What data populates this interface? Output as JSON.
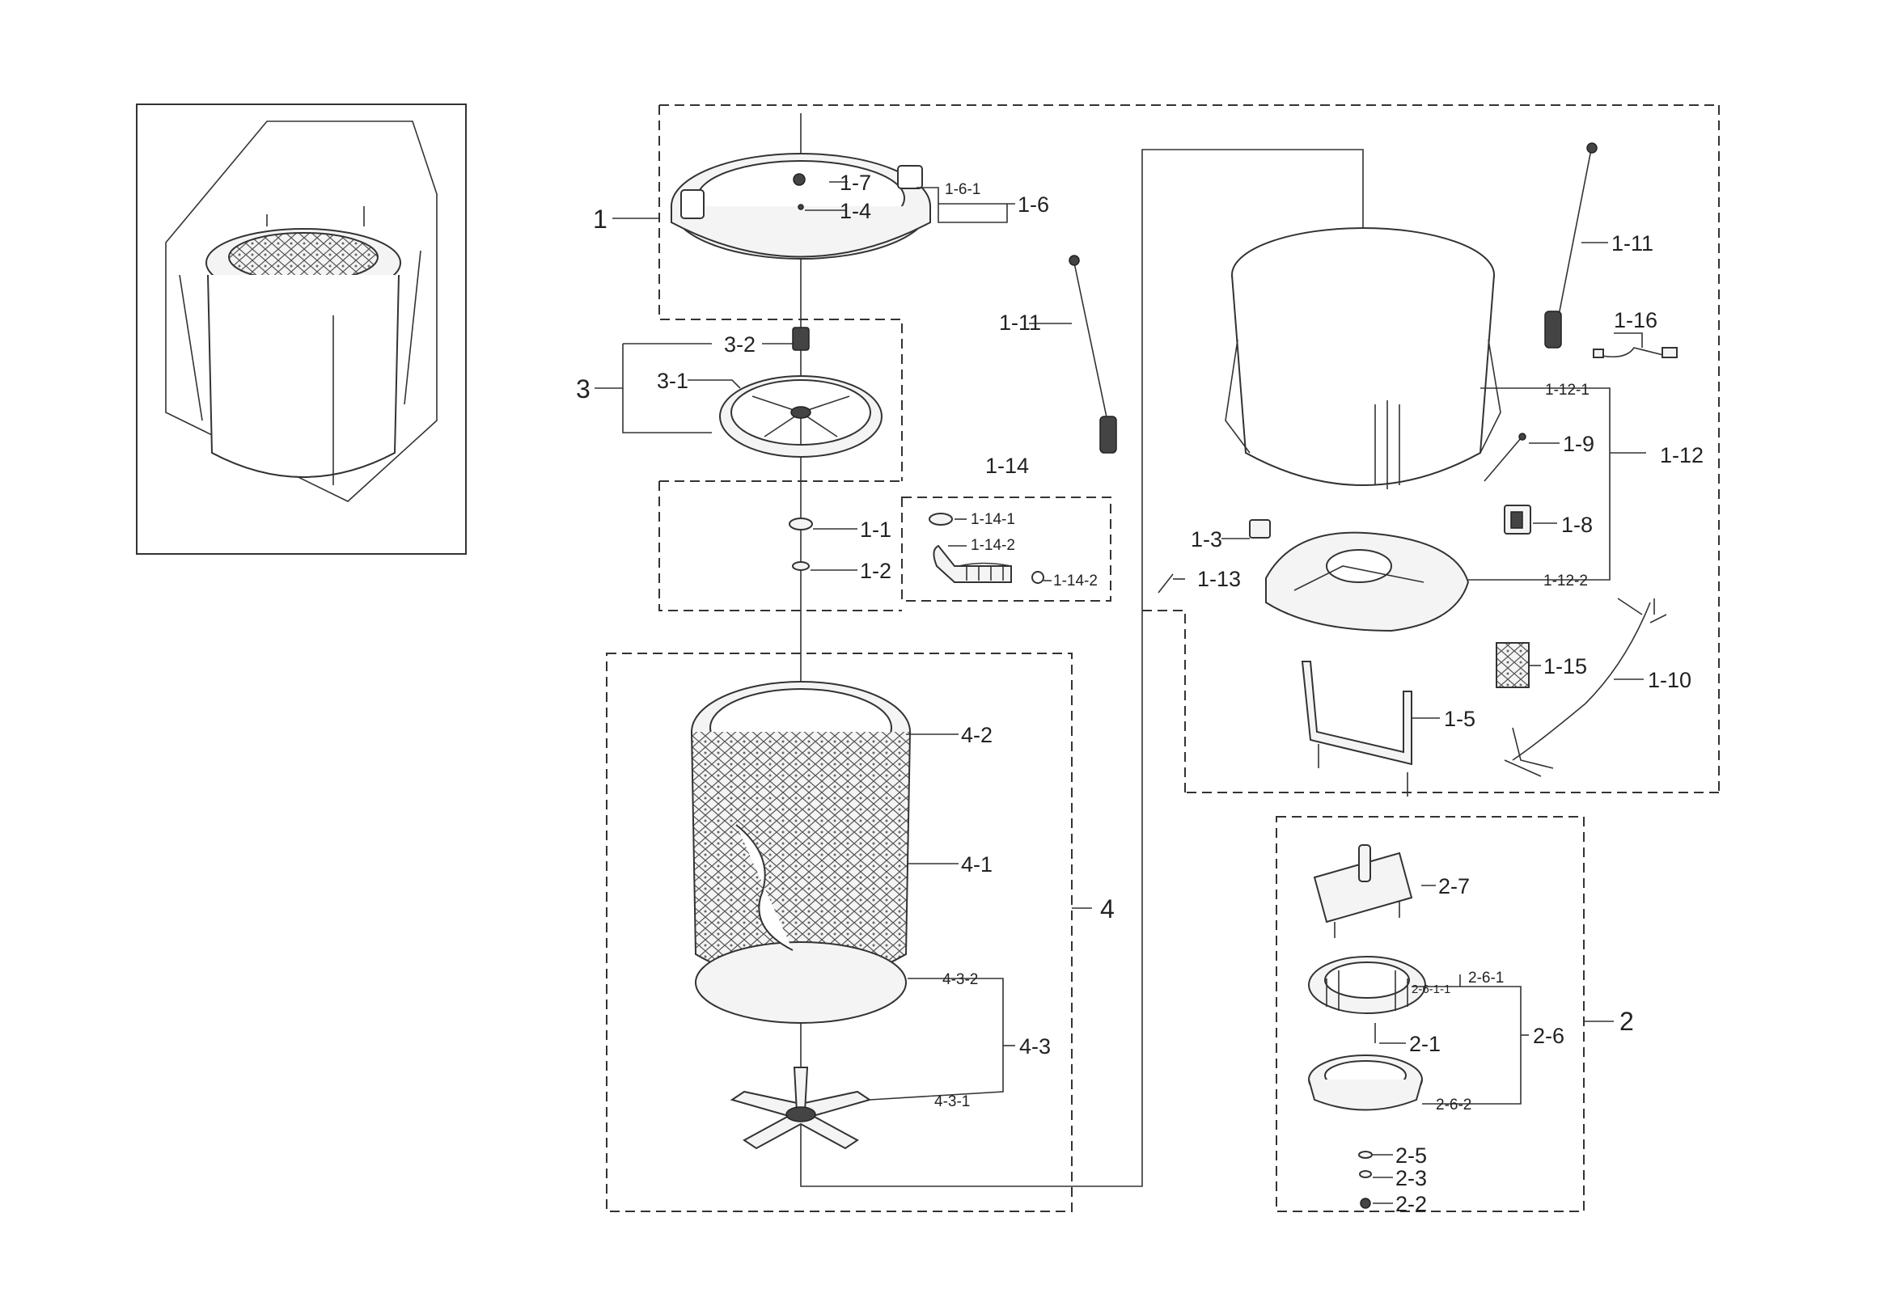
{
  "labels": {
    "l_1": "1",
    "l_1_6_1": "1-6-1",
    "l_1_6": "1-6",
    "l_1_7": "1-7",
    "l_1_4": "1-4",
    "l_3_2": "3-2",
    "l_3": "3",
    "l_3_1": "3-1",
    "l_1_11a": "1-11",
    "l_1_11b": "1-11",
    "l_1_16": "1-16",
    "l_1_12_1": "1-12-1",
    "l_1_12": "1-12",
    "l_1_9": "1-9",
    "l_1_8": "1-8",
    "l_1_14": "1-14",
    "l_1_14_1": "1-14-1",
    "l_1_14_2a": "1-14-2",
    "l_1_14_2b": "1-14-2",
    "l_1_1": "1-1",
    "l_1_2": "1-2",
    "l_1_3": "1-3",
    "l_1_13": "1-13",
    "l_1_12_2": "1-12-2",
    "l_1_15": "1-15",
    "l_1_10": "1-10",
    "l_1_5": "1-5",
    "l_4_2": "4-2",
    "l_4_1": "4-1",
    "l_4": "4",
    "l_4_3_2": "4-3-2",
    "l_4_3": "4-3",
    "l_4_3_1": "4-3-1",
    "l_2_7": "2-7",
    "l_2_6_1_1": "2-6-1-1",
    "l_2_6_1": "2-6-1",
    "l_2_1": "2-1",
    "l_2_6": "2-6",
    "l_2": "2",
    "l_2_6_2": "2-6-2",
    "l_2_5": "2-5",
    "l_2_3": "2-3",
    "l_2_2": "2-2"
  },
  "colors": {
    "line": "#333333",
    "part_fill": "#f4f4f4",
    "background": "#ffffff"
  }
}
